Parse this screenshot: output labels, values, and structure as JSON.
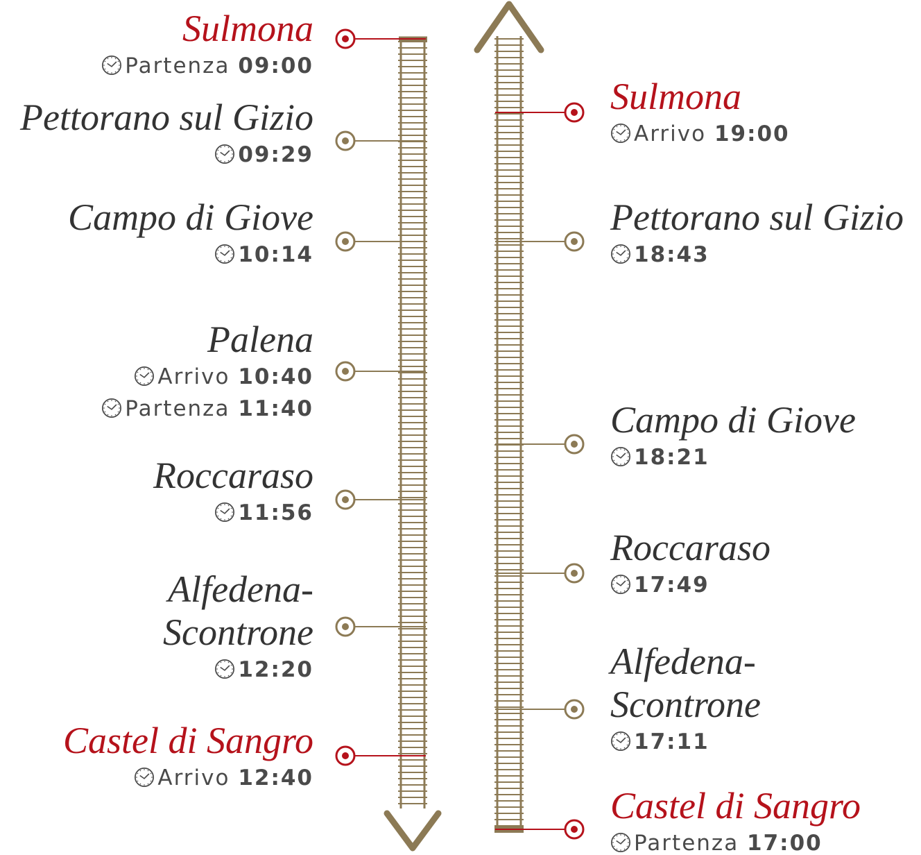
{
  "colors": {
    "track": "#8c7a55",
    "terminal": "#b5121b",
    "text": "#333333",
    "time_text": "#4a4a4a"
  },
  "outbound": {
    "direction": "down",
    "stops": [
      {
        "name": "Sulmona",
        "terminal": true,
        "times": [
          {
            "label": "Partenza",
            "value": "09:00"
          }
        ]
      },
      {
        "name": "Pettorano sul Gizio",
        "terminal": false,
        "times": [
          {
            "label": "",
            "value": "09:29"
          }
        ]
      },
      {
        "name": "Campo di Giove",
        "terminal": false,
        "times": [
          {
            "label": "",
            "value": "10:14"
          }
        ]
      },
      {
        "name": "Palena",
        "terminal": false,
        "times": [
          {
            "label": "Arrivo",
            "value": "10:40"
          },
          {
            "label": "Partenza",
            "value": "11:40"
          }
        ]
      },
      {
        "name": "Roccaraso",
        "terminal": false,
        "times": [
          {
            "label": "",
            "value": "11:56"
          }
        ]
      },
      {
        "name": "Alfedena-Scontrone",
        "terminal": false,
        "times": [
          {
            "label": "",
            "value": "12:20"
          }
        ]
      },
      {
        "name": "Castel di Sangro",
        "terminal": true,
        "times": [
          {
            "label": "Arrivo",
            "value": "12:40"
          }
        ]
      }
    ]
  },
  "return": {
    "direction": "up",
    "stops": [
      {
        "name": "Sulmona",
        "terminal": true,
        "times": [
          {
            "label": "Arrivo",
            "value": "19:00"
          }
        ]
      },
      {
        "name": "Pettorano sul Gizio",
        "terminal": false,
        "times": [
          {
            "label": "",
            "value": "18:43"
          }
        ]
      },
      {
        "name": "Campo di Giove",
        "terminal": false,
        "times": [
          {
            "label": "",
            "value": "18:21"
          }
        ]
      },
      {
        "name": "Roccaraso",
        "terminal": false,
        "times": [
          {
            "label": "",
            "value": "17:49"
          }
        ]
      },
      {
        "name": "Alfedena-Scontrone",
        "terminal": false,
        "times": [
          {
            "label": "",
            "value": "17:11"
          }
        ]
      },
      {
        "name": "Castel di Sangro",
        "terminal": true,
        "times": [
          {
            "label": "Partenza",
            "value": "17:00"
          }
        ]
      }
    ]
  },
  "icons": {
    "station": "station-marker-icon",
    "clock": "clock-icon",
    "arrow_down": "arrow-down-icon",
    "arrow_up": "arrow-up-icon"
  }
}
